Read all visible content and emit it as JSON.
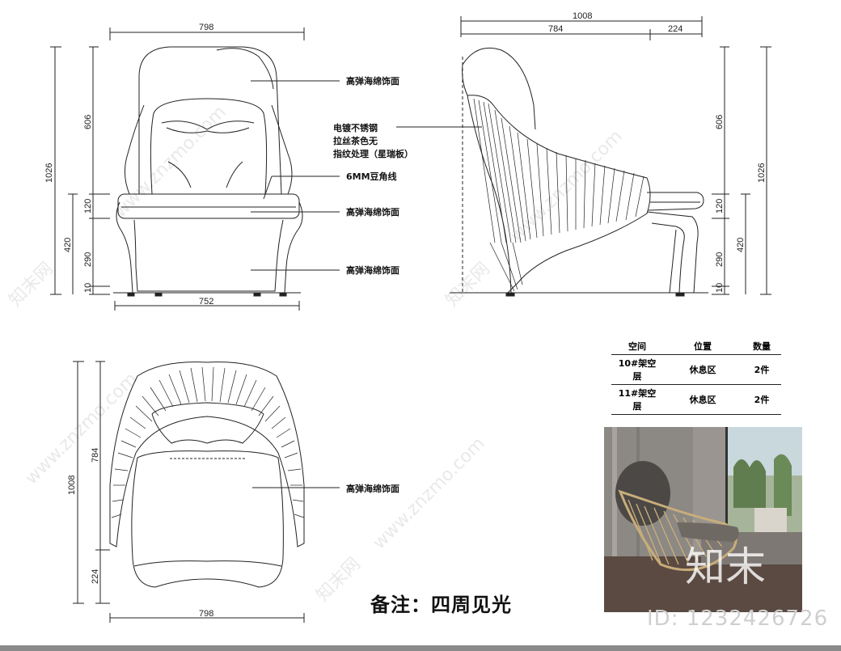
{
  "front_view": {
    "width_top": "798",
    "width_bottom": "752",
    "height_total": "1026",
    "height_seat": "420",
    "back_height": "606",
    "seat_thickness": "120",
    "base_height": "290",
    "foot_height": "10"
  },
  "side_view": {
    "depth_total": "1008",
    "depth_main": "784",
    "depth_front": "224",
    "back_height": "606",
    "height_total": "1026",
    "seat_thickness": "120",
    "height_seat": "420",
    "base_height": "290",
    "foot_height": "10"
  },
  "top_view": {
    "depth_total": "1008",
    "depth_main": "784",
    "depth_front": "224",
    "width": "798"
  },
  "labels": {
    "back_cushion": "高弹海绵饰面",
    "steel_line1": "电镀不锈钢",
    "steel_line2": "拉丝茶色无",
    "steel_line3": "指纹处理（星瑞板）",
    "piping": "6MM豆角线",
    "seat_cushion": "高弹海绵饰面",
    "base_cushion": "高弹海绵饰面",
    "top_cushion": "高弹海绵饰面"
  },
  "table": {
    "headers": [
      "空间",
      "位置",
      "数量"
    ],
    "rows": [
      [
        "10#架空层",
        "休息区",
        "2件"
      ],
      [
        "11#架空层",
        "休息区",
        "2件"
      ]
    ]
  },
  "note": "备注：四周见光",
  "watermark": {
    "text": "www.znzmo.com",
    "brand": "知末网",
    "logo": "知末",
    "id": "ID: 1232426726"
  }
}
